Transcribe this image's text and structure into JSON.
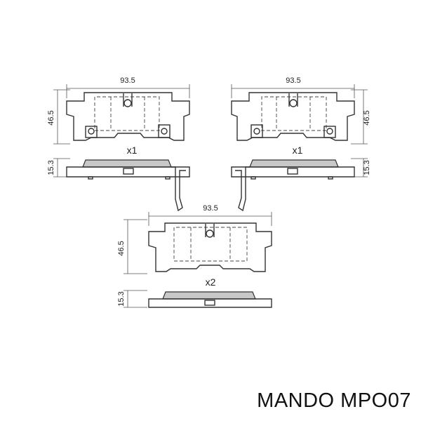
{
  "pads": [
    {
      "width_label": "93.5",
      "height_label": "46.5",
      "thickness_label": "15.3",
      "quantity_label": "x1"
    },
    {
      "width_label": "93.5",
      "height_label": "46.5",
      "thickness_label": "15.3",
      "quantity_label": "x1"
    },
    {
      "width_label": "93.5",
      "height_label": "46.5",
      "thickness_label": "15.3",
      "quantity_label": "x2"
    }
  ],
  "caption": "MANDO MPO07",
  "colors": {
    "line": "#333333",
    "friction_material": "#c8c8c8",
    "background": "#ffffff"
  }
}
